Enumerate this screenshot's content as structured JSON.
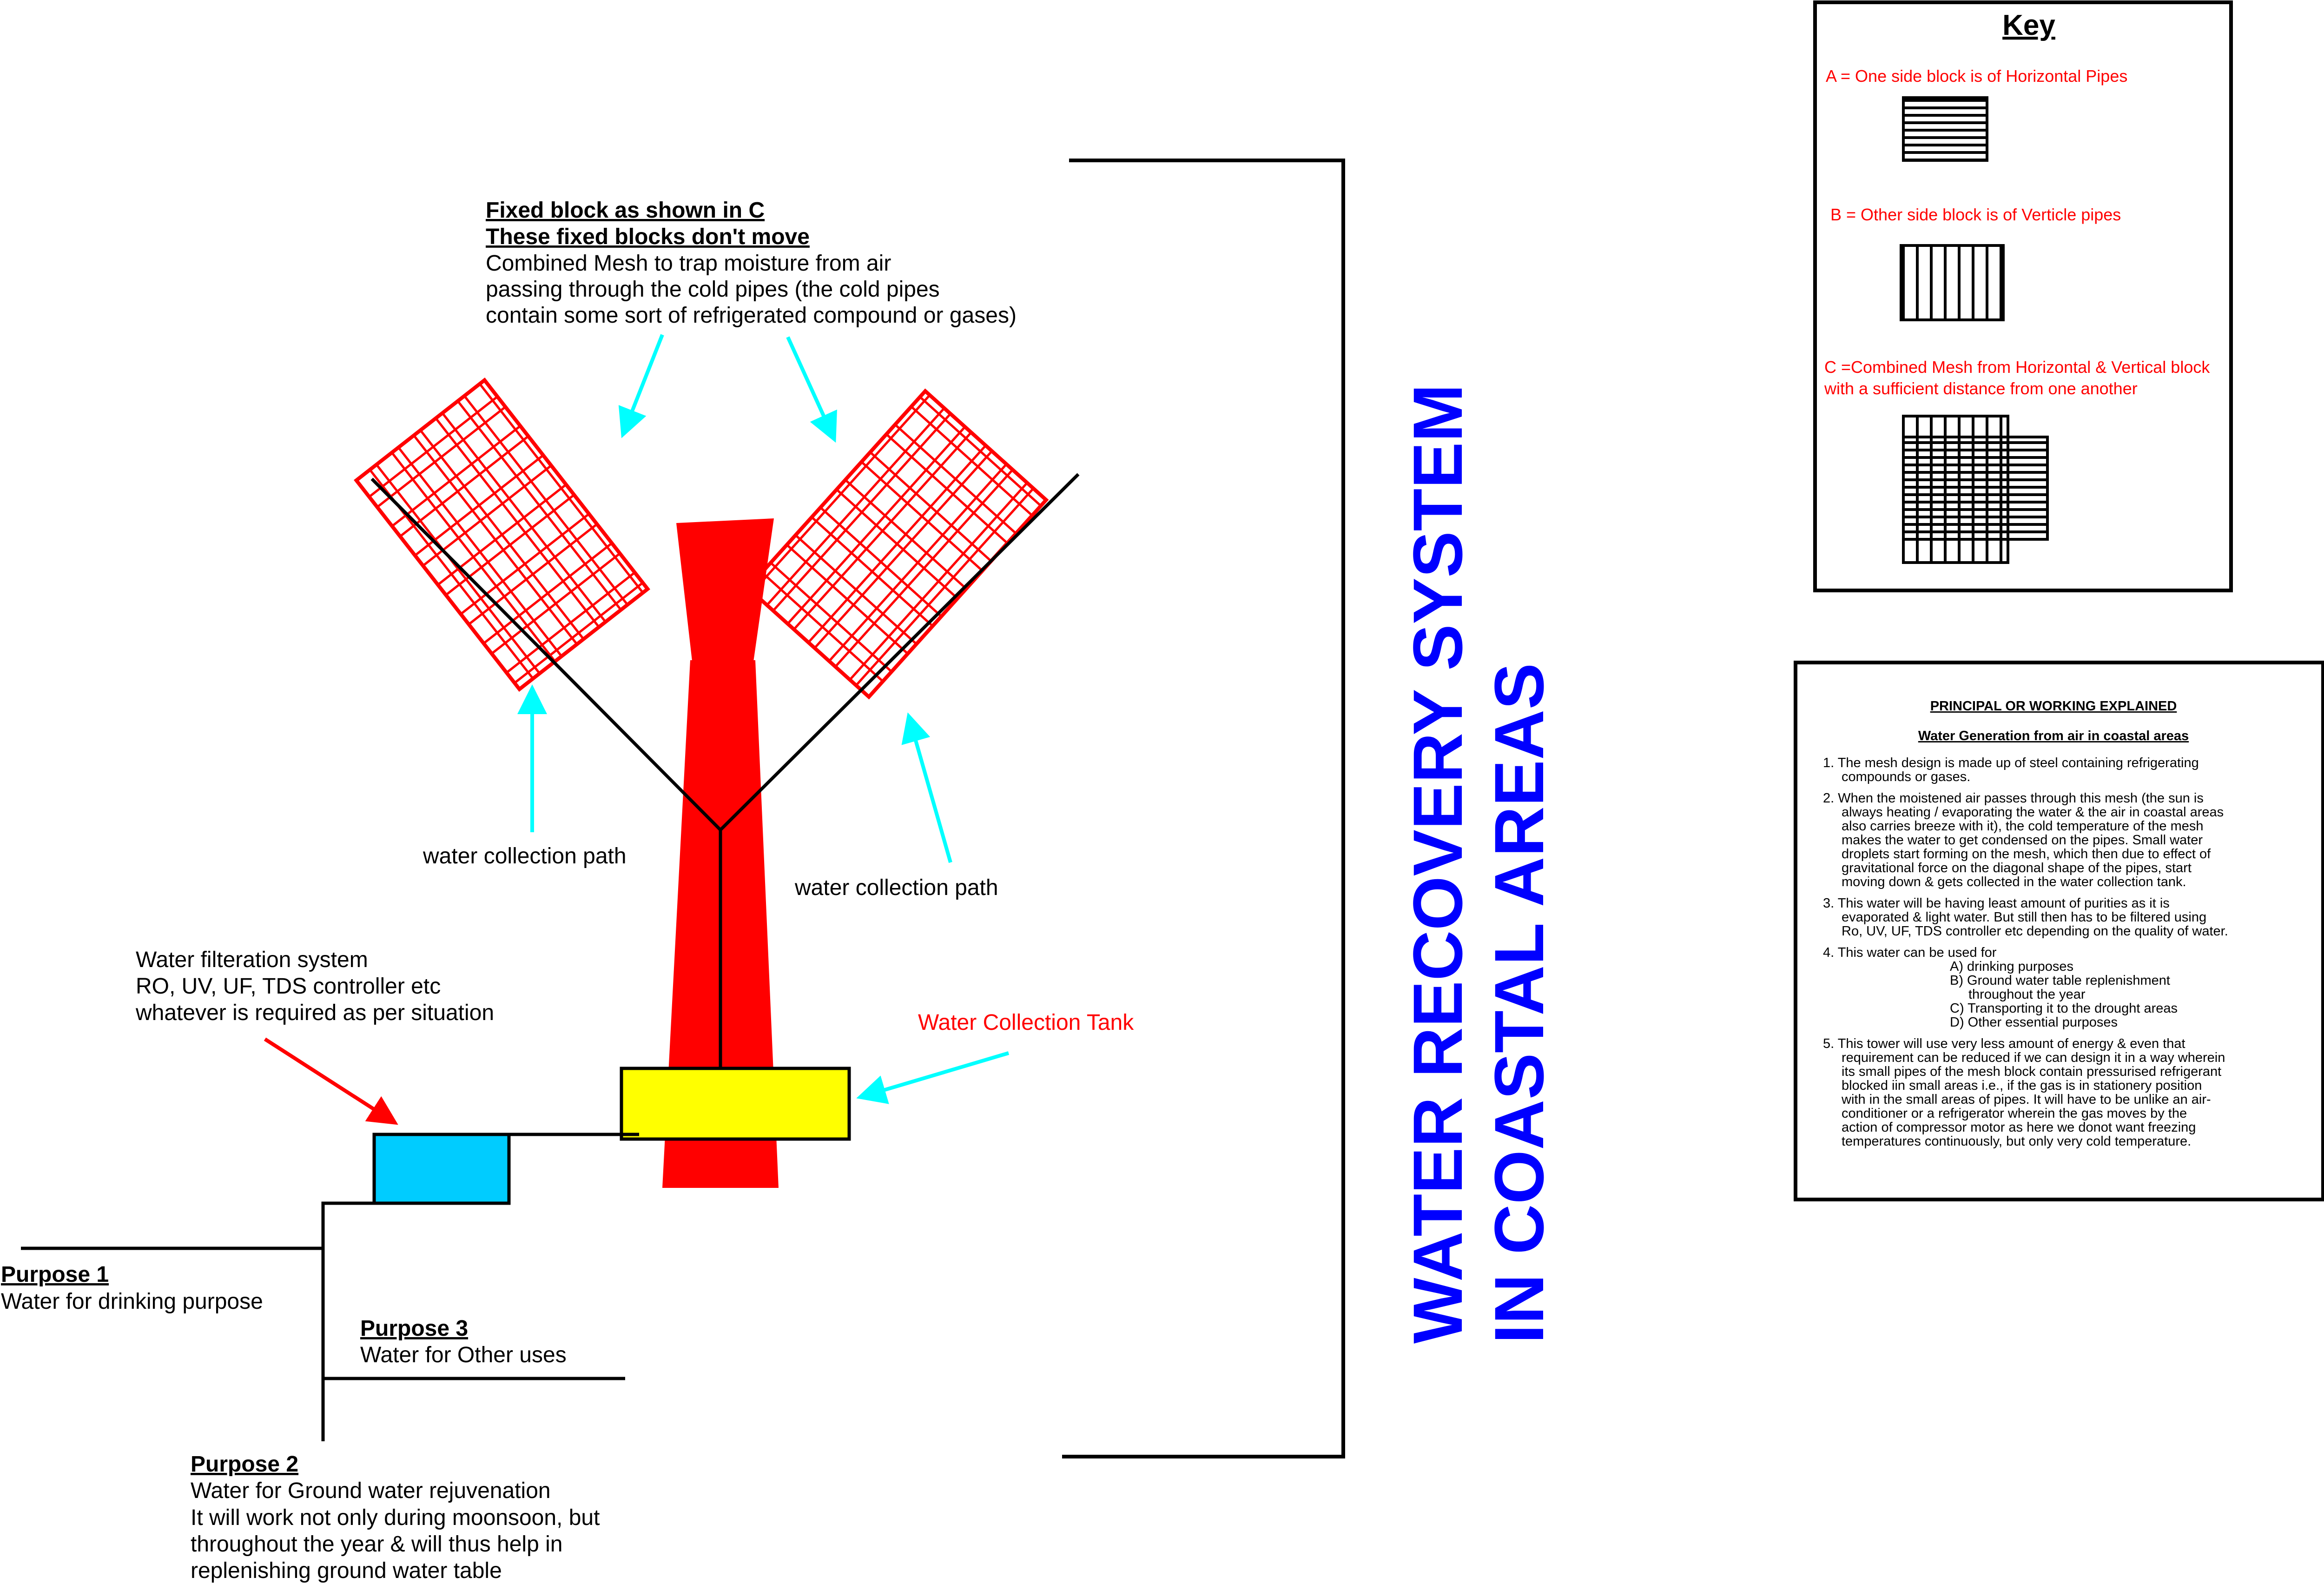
{
  "fixed_block": {
    "line1": "Fixed block as shown in C",
    "line2": "These fixed blocks don't move",
    "line3": "Combined Mesh to trap moisture from air",
    "line4": "passing through the cold pipes (the cold pipes",
    "line5": "contain some sort of refrigerated compound or gases)"
  },
  "collection_path_left": "water collection path",
  "collection_path_right": "water collection path",
  "filtration": {
    "line1": "Water filteration system",
    "line2": "RO, UV, UF, TDS controller etc",
    "line3": "whatever is required as per situation"
  },
  "tank_label": "Water Collection Tank",
  "purpose1": {
    "title": "Purpose 1",
    "text": "Water for drinking purpose"
  },
  "purpose2": {
    "title": "Purpose 2",
    "line1": "Water for Ground water rejuvenation",
    "line2": "It will work not only during moonsoon, but",
    "line3": "throughout the year & will thus help in",
    "line4": "replenishing ground water table"
  },
  "purpose3": {
    "title": "Purpose 3",
    "text": "Water for Other uses"
  },
  "vertical_title": {
    "line1": "WATER RECOVERY SYSTEM",
    "line2": "IN  COASTAL AREAS"
  },
  "key": {
    "title": "Key",
    "a": "A = One side block is of Horizontal Pipes",
    "b": "B = Other side block is of Verticle pipes",
    "c1": "C =Combined Mesh from Horizontal & Vertical block",
    "c2": "with a sufficient distance from one another"
  },
  "principle": {
    "title": "PRINCIPAL OR WORKING EXPLAINED",
    "subtitle": "Water Generation from air in coastal areas",
    "p1": [
      "1. The mesh design is made up of steel containing refrigerating",
      "compounds or gases."
    ],
    "p2": [
      "2. When the moistened air passes through this mesh (the sun is",
      "always heating / evaporating the water & the air in coastal areas",
      "also carries breeze with it), the cold temperature of the mesh",
      "makes the water to get condensed on the pipes. Small water",
      "droplets start forming on the mesh, which then due to effect of",
      "gravitational force on the diagonal shape of the pipes, start",
      "moving down & gets collected in the water collection tank."
    ],
    "p3": [
      "3. This water will be having least amount of purities as it is",
      "evaporated & light water. But still then has to be filtered using",
      "Ro, UV, UF, TDS controller etc depending on the quality of water."
    ],
    "p4": "4. This water can be used for",
    "p4_items": [
      "A)     drinking purposes",
      "B)     Ground water table replenishment",
      "throughout the year",
      "C)     Transporting it to the drought areas",
      "D)     Other essential purposes"
    ],
    "p5": [
      "5. This tower will use very less amount of energy & even that",
      "requirement can be reduced if we can design it in a way wherein",
      "its small pipes of the mesh block contain pressurised refrigerant",
      "blocked iin small areas i.e., if the gas is in stationery position",
      "with in the small areas of pipes. It will have to be unlike an air-",
      "conditioner or a refrigerator wherein the gas moves by the",
      "action of compressor motor as here we donot want freezing",
      "temperatures continuously, but only very cold temperature."
    ]
  },
  "colors": {
    "tower": "#ff0000",
    "mesh": "#ff0000",
    "arrow": "#00ffff",
    "tank": "#ffff00",
    "filter": "#00ccff",
    "title": "#0000ff"
  }
}
